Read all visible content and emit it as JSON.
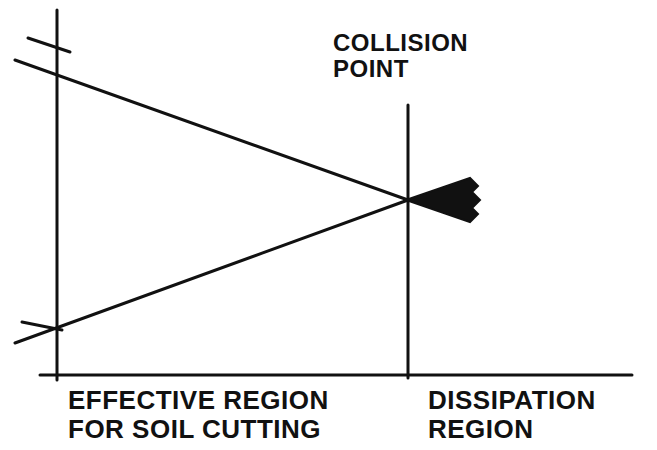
{
  "diagram": {
    "labels": [
      "COLLISION POINT",
      "EFFECTIVE REGION FOR SOIL CUTTING",
      "DISSIPATION REGION"
    ]
  }
}
